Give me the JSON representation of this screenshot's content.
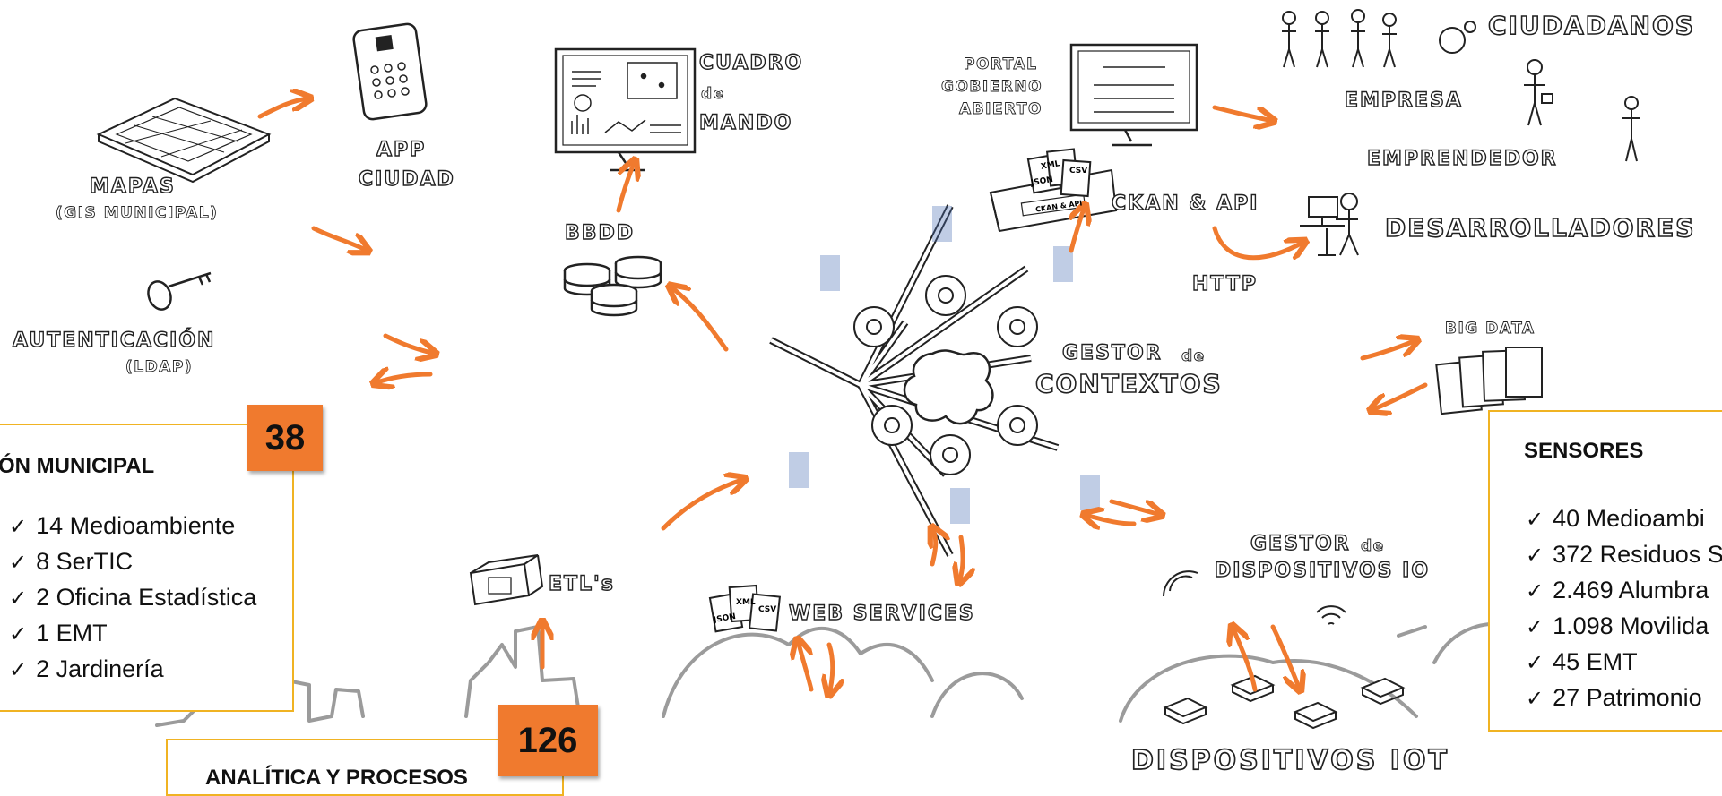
{
  "labels": {
    "mapas": "MAPAS",
    "gis": "(GIS MUNICIPAL)",
    "app": "APP",
    "ciudad": "CIUDAD",
    "cuadro": "CUADRO",
    "de": "de",
    "mando": "MANDO",
    "portal1": "PORTAL",
    "portal2": "GOBIERNO",
    "portal3": "ABIERTO",
    "ciudadanos": "CIUDADANOS",
    "empresa": "EMPRESA",
    "emprendedor": "EMPRENDEDOR",
    "bbdd": "BBDD",
    "ckan": "CKAN & API",
    "desarrolladores": "DESARROLLADORES",
    "http": "HTTP",
    "autenticacion": "AUTENTICACIÓN",
    "ldap": "(LDAP)",
    "gestor1": "GESTOR",
    "gestor_de": "de",
    "contextos": "CONTEXTOS",
    "bigdata": "BIG DATA",
    "etls": "ETL's",
    "webservices": "WEB SERVICES",
    "gestordisp1": "GESTOR",
    "gestordisp_de": "de",
    "gestordisp2": "DISPOSITIVOS IO",
    "dispositivos": "DISPOSITIVOS IOT",
    "file_xml": "XML",
    "file_csv": "CSV",
    "file_json": "JSON",
    "ckan_box": "CKAN & API"
  },
  "gestion": {
    "title": "ÓN MUNICIPAL",
    "count": "38",
    "items": [
      "14 Medioambiente",
      "8 SerTIC",
      "2 Oficina Estadística",
      "1 EMT",
      "2 Jardinería"
    ]
  },
  "analitica": {
    "title": "ANALÍTICA Y PROCESOS",
    "count": "126"
  },
  "sensores": {
    "title": "SENSORES",
    "items": [
      "40 Medioambi",
      "372 Residuos S",
      "2.469 Alumbra",
      "1.098 Movilida",
      "45 EMT",
      "27 Patrimonio"
    ]
  },
  "colors": {
    "accent": "#f07a2e",
    "box_border": "#f0b323",
    "ink": "#222222"
  }
}
